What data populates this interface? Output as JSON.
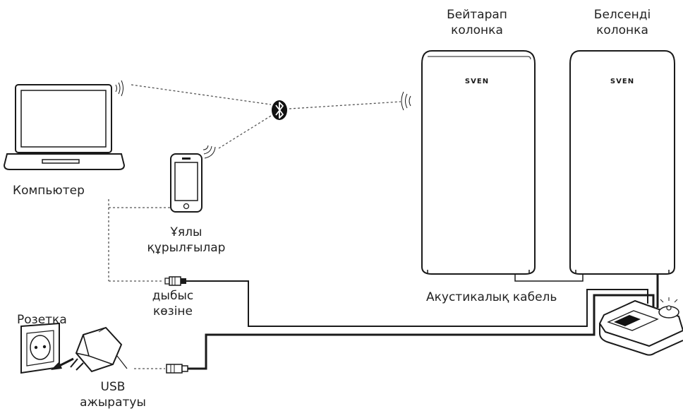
{
  "labels": {
    "passive_speaker_line1": "Бейтарап",
    "passive_speaker_line2": "колонка",
    "active_speaker_line1": "Белсенді",
    "active_speaker_line2": "колонка",
    "computer": "Компьютер",
    "mobile_line1": "Ұялы",
    "mobile_line2": "құрылғылар",
    "audio_line1": "дыбыс",
    "audio_line2": "көзіне",
    "socket": "Розетка",
    "usb_line1": "USB",
    "usb_line2": "ажыратуы",
    "acoustic_cable": "Акустикалық кабель"
  },
  "brand": {
    "left_speaker": "SVEN",
    "right_speaker": "SVEN"
  },
  "icons": {
    "bluetooth": "bluetooth-icon",
    "laptop": "laptop-icon",
    "phone": "smartphone-icon",
    "socket": "power-socket-icon",
    "adapter": "usb-power-adapter-icon",
    "remote": "wireless-control-unit-icon"
  },
  "colors": {
    "line": "#1a1a1a",
    "dotted": "#555555",
    "fill": "#ffffff",
    "dark": "#111111"
  }
}
